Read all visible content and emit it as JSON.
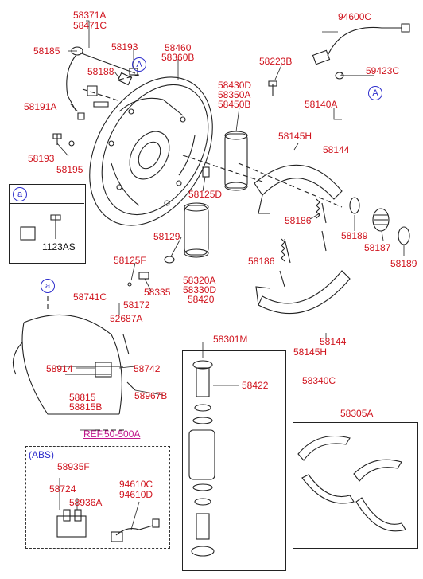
{
  "labels": {
    "p58371A": "58371A",
    "p58471C": "58471C",
    "p58185": "58185",
    "p58193_top": "58193",
    "p58188": "58188",
    "p58460": "58460",
    "p58360B": "58360B",
    "p94600C": "94600C",
    "p59423C": "59423C",
    "p58223B": "58223B",
    "p58191A": "58191A",
    "p58430D": "58430D",
    "p58350A": "58350A",
    "p58450B": "58450B",
    "p58140A": "58140A",
    "p58145H_top": "58145H",
    "p58144_top": "58144",
    "p58193_mid": "58193",
    "p58195": "58195",
    "p58125D": "58125D",
    "p1123AS": "1123AS",
    "p58186_top": "58186",
    "p58129": "58129",
    "p58189_a": "58189",
    "p58187": "58187",
    "p58189_b": "58189",
    "p58186_mid": "58186",
    "p58125F": "58125F",
    "p58335": "58335",
    "p58320A": "58320A",
    "p58330D": "58330D",
    "p58420": "58420",
    "p58172": "58172",
    "p58741C": "58741C",
    "p52687A": "52687A",
    "p58301M": "58301M",
    "p58144_bot": "58144",
    "p58145H_bot": "58145H",
    "p58914": "58914",
    "p58742": "58742",
    "p58422": "58422",
    "p58340C": "58340C",
    "p58967B": "58967B",
    "p58815": "58815",
    "p58815B": "58815B",
    "ref": "REF.50-500A",
    "p58305A": "58305A",
    "abs": "(ABS)",
    "p58935F": "58935F",
    "p58724": "58724",
    "p58936A": "58936A",
    "p94610C": "94610C",
    "p94610D": "94610D"
  },
  "callouts": {
    "A_top": "A",
    "A_right": "A",
    "a_box": "a",
    "a_mid": "a"
  },
  "colors": {
    "label": "#d0141e",
    "callout": "#2d2dcc",
    "reference": "#c0148c",
    "line": "#222222"
  }
}
